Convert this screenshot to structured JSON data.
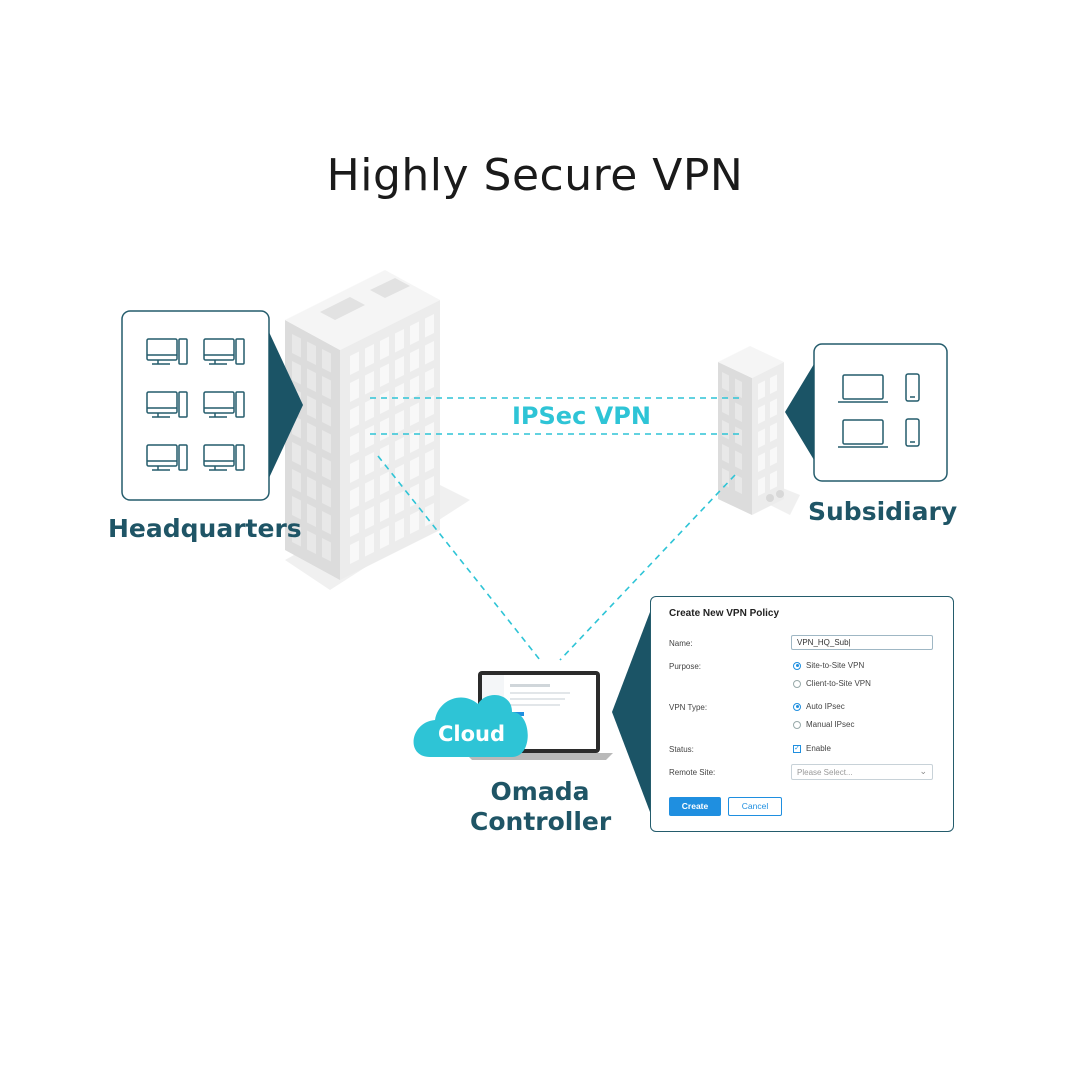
{
  "title": "Highly Secure VPN",
  "labels": {
    "headquarters": "Headquarters",
    "subsidiary": "Subsidiary",
    "ipsec": "IPSec VPN",
    "cloud": "Cloud",
    "controller_line1": "Omada",
    "controller_line2": "Controller"
  },
  "form": {
    "title": "Create New VPN Policy",
    "name_label": "Name:",
    "name_value": "VPN_HQ_Sub|",
    "purpose_label": "Purpose:",
    "purpose_options": [
      "Site-to-Site VPN",
      "Client-to-Site VPN"
    ],
    "vpn_type_label": "VPN Type:",
    "vpn_type_options": [
      "Auto IPsec",
      "Manual IPsec"
    ],
    "status_label": "Status:",
    "status_option": "Enable",
    "remote_site_label": "Remote Site:",
    "remote_site_placeholder": "Please Select...",
    "create_button": "Create",
    "cancel_button": "Cancel"
  },
  "colors": {
    "accent": "#2ec4d6",
    "dark_teal": "#1f5566",
    "panel_border": "#245c6c",
    "button_blue": "#1f8fe0"
  },
  "icons": {
    "hq_devices": [
      "desktop-computer-icon",
      "desktop-computer-icon",
      "desktop-computer-icon",
      "desktop-computer-icon",
      "desktop-computer-icon",
      "desktop-computer-icon"
    ],
    "subsidiary_devices": [
      "laptop-icon",
      "phone-icon",
      "laptop-icon",
      "phone-icon"
    ]
  }
}
